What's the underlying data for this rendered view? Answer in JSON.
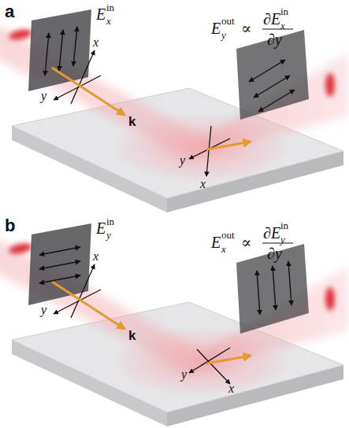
{
  "diagram": {
    "labels": [
      "a",
      "E",
      "x",
      "in",
      "E",
      "y",
      "out",
      "∝",
      "∂E",
      "x",
      "in",
      "∂y",
      "x",
      "y",
      "k",
      "x",
      "y",
      "b",
      "E",
      "y",
      "in",
      "E",
      "x",
      "out",
      "∝",
      "∂E",
      "y",
      "in",
      "∂y",
      "x",
      "y",
      "k",
      "y",
      "x"
    ]
  }
}
